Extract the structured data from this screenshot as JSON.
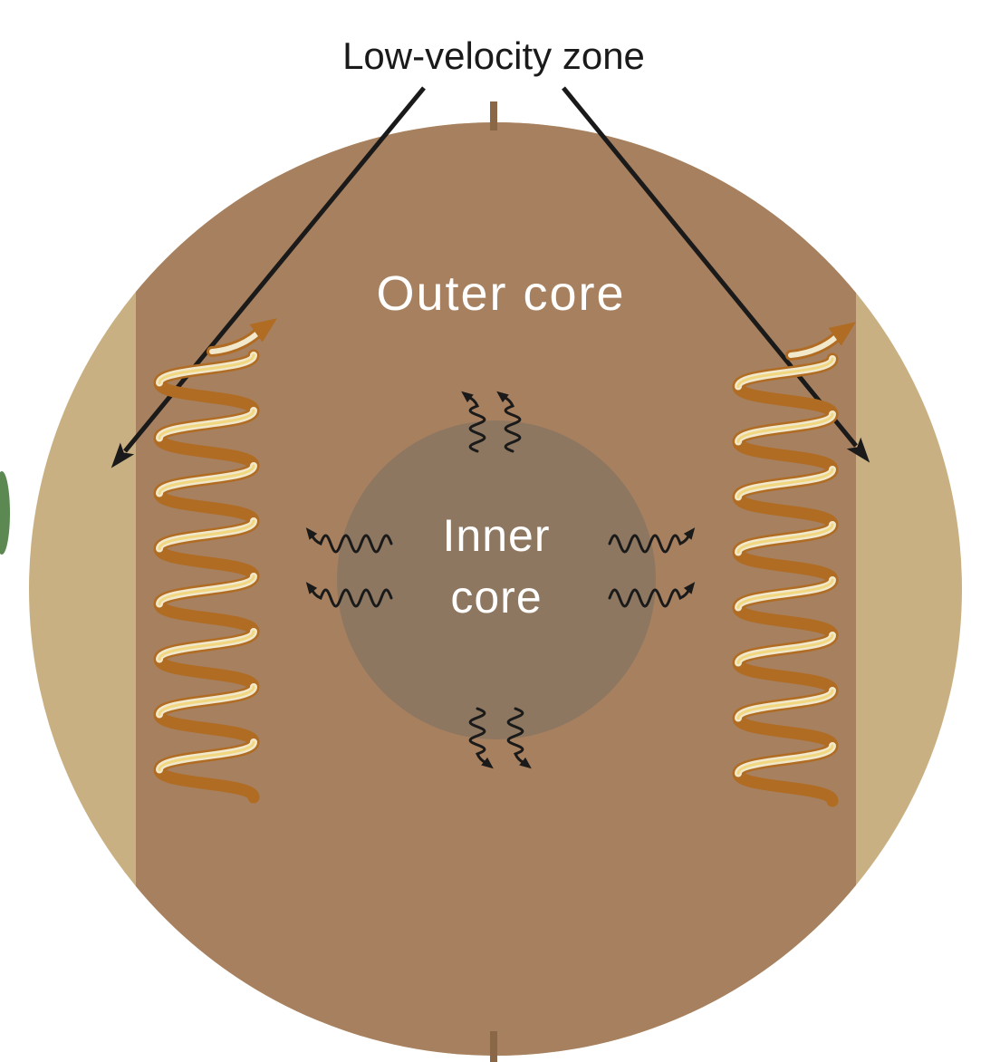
{
  "title": "Low-velocity zone",
  "labels": {
    "outer_core": "Outer core",
    "inner_core_line1": "Inner",
    "inner_core_line2": "core"
  },
  "colors": {
    "background": "#ffffff",
    "mantle_tan": "#c9b082",
    "outer_core_brown": "#a7805f",
    "inner_core_gray_brown": "#8e7760",
    "coil_edge": "#b06c23",
    "coil_ribbon": "#f2e8cb",
    "coil_highlight": "#f0d060",
    "annotation_black": "#1a1a1a",
    "axis_tick_brown": "#8a6847",
    "edge_artifact_green": "#4a7c3f",
    "label_white": "#ffffff"
  },
  "icons": {
    "pointer-arrow": "straight black arrow pointing from label to low-velocity zone",
    "convection-coil": "helical ribbon spring representing convection columns",
    "seismic-wave-squiggle": "small wavy arrow representing seismic waves",
    "rotation-axis-tick": "short vertical axis mark at top and bottom of globe"
  }
}
